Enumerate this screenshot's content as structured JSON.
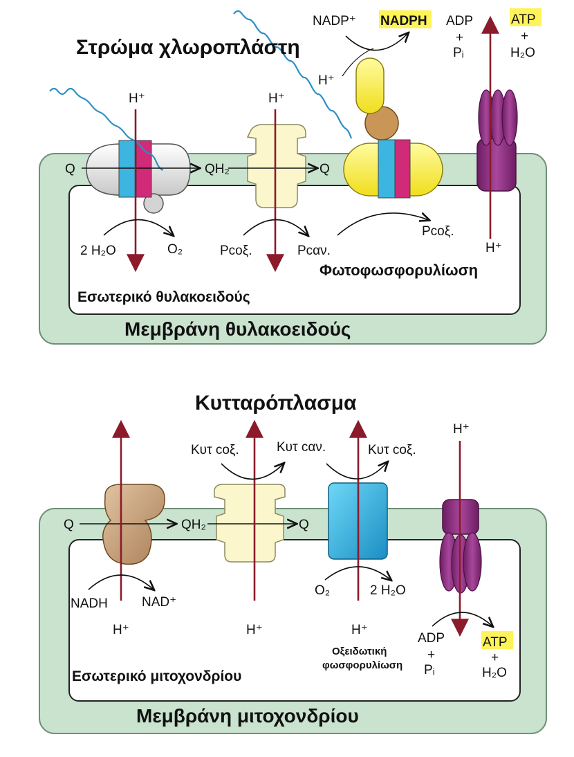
{
  "top": {
    "title": "Στρώμα χλωροπλάστη",
    "inner_label": "Εσωτερικό θυλακοειδούς",
    "membrane_label": "Μεμβράνη θυλακοειδούς",
    "process_label": "Φωτοφωσφορυλίωση",
    "h_plus": "H⁺",
    "q": "Q",
    "qh2": "QH₂",
    "q2": "Q",
    "water": "2 H₂O",
    "o2": "O₂",
    "pc_ox1": "Pcοξ.",
    "pc_red": "Pcαν.",
    "pc_ox2": "Pcοξ.",
    "nadp": "NADP⁺",
    "nadph": "NADPH",
    "adp": "ADP",
    "plus": "+",
    "pi": "Pᵢ",
    "atp": "ATP",
    "h2o": "H₂O"
  },
  "bottom": {
    "title": "Κυτταρόπλασμα",
    "inner_label": "Εσωτερικό μιτοχονδρίου",
    "membrane_label": "Μεμβράνη μιτοχονδρίου",
    "process_label_line1": "Οξειδωτική",
    "process_label_line2": "φωσφορυλίωση",
    "h_plus": "H⁺",
    "q": "Q",
    "qh2": "QH₂",
    "q2": "Q",
    "cyt_ox1": "Κυτ cοξ.",
    "cyt_red": "Κυτ cαν.",
    "cyt_ox2": "Κυτ cοξ.",
    "nadh": "NADH",
    "nad": "NAD⁺",
    "o2": "O₂",
    "water": "2 H₂O",
    "adp": "ADP",
    "plus": "+",
    "pi": "Pᵢ",
    "atp": "ATP",
    "h2o": "H₂O"
  },
  "colors": {
    "membrane": "#c9e3cf",
    "proton_arrow": "#8b1a2b",
    "photosystem_grey": "#e8e8e8",
    "yellow": "#f5ec3a",
    "cream": "#fbf6cc",
    "purple": "#8e2d7f",
    "brown": "#c9a27a",
    "cyan": "#3cb5e0",
    "magenta": "#d12a78",
    "wave": "#2a8fc7"
  }
}
